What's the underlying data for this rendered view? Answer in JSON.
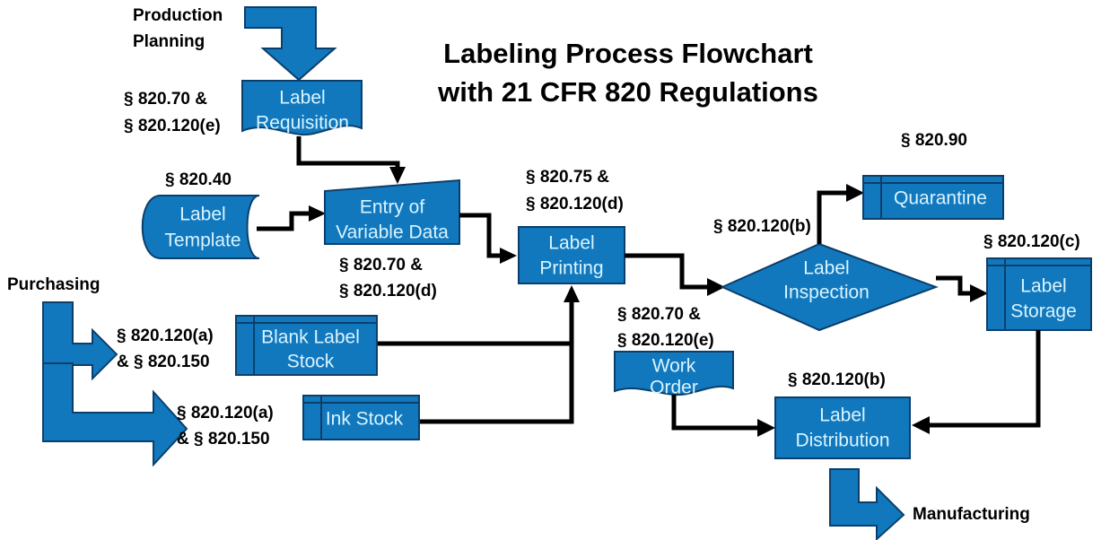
{
  "title": {
    "line1": "Labeling Process Flowchart",
    "line2": "with 21 CFR 820 Regulations"
  },
  "colors": {
    "shape_fill": "#1278be",
    "shape_stroke": "#0b3f6b",
    "connector": "#000000",
    "node_text": "#d8f4ff",
    "label_text": "#000000",
    "background": "#ffffff"
  },
  "external_labels": [
    {
      "id": "production-planning",
      "line1": "Production",
      "line2": "Planning"
    },
    {
      "id": "purchasing",
      "line1": "Purchasing",
      "line2": ""
    },
    {
      "id": "manufacturing",
      "line1": "Manufacturing",
      "line2": ""
    }
  ],
  "regulation_labels": [
    {
      "id": "reg-label-requisition",
      "line1": "§ 820.70 &",
      "line2": "§ 820.120(e)"
    },
    {
      "id": "reg-label-template",
      "line1": "§ 820.40",
      "line2": ""
    },
    {
      "id": "reg-entry-variable-data",
      "line1": "§ 820.70 &",
      "line2": "§ 820.120(d)"
    },
    {
      "id": "reg-label-printing",
      "line1": "§ 820.75 &",
      "line2": "§ 820.120(d)"
    },
    {
      "id": "reg-label-inspection",
      "line1": "§ 820.120(b)",
      "line2": ""
    },
    {
      "id": "reg-quarantine",
      "line1": "§ 820.90",
      "line2": ""
    },
    {
      "id": "reg-label-storage",
      "line1": "§ 820.120(c)",
      "line2": ""
    },
    {
      "id": "reg-blank-label-stock",
      "line1": "§ 820.120(a)",
      "line2": "& § 820.150"
    },
    {
      "id": "reg-ink-stock",
      "line1": "§ 820.120(a)",
      "line2": "& § 820.150"
    },
    {
      "id": "reg-work-order",
      "line1": "§ 820.70 &",
      "line2": "§ 820.120(e)"
    },
    {
      "id": "reg-label-distribution",
      "line1": "§ 820.120(b)",
      "line2": ""
    }
  ],
  "nodes": [
    {
      "id": "label-requisition",
      "shape": "document",
      "line1": "Label",
      "line2": "Requisition"
    },
    {
      "id": "label-template",
      "shape": "database",
      "line1": "Label",
      "line2": "Template"
    },
    {
      "id": "entry-of-variable-data",
      "shape": "data-trapezoid",
      "line1": "Entry of",
      "line2": "Variable Data"
    },
    {
      "id": "label-printing",
      "shape": "process",
      "line1": "Label",
      "line2": "Printing"
    },
    {
      "id": "label-inspection",
      "shape": "decision",
      "line1": "Label",
      "line2": "Inspection"
    },
    {
      "id": "quarantine",
      "shape": "internal-storage",
      "line1": "Quarantine",
      "line2": ""
    },
    {
      "id": "label-storage",
      "shape": "internal-storage",
      "line1": "Label",
      "line2": "Storage"
    },
    {
      "id": "blank-label-stock",
      "shape": "internal-storage",
      "line1": "Blank Label",
      "line2": "Stock"
    },
    {
      "id": "ink-stock",
      "shape": "internal-storage",
      "line1": "Ink Stock",
      "line2": ""
    },
    {
      "id": "work-order",
      "shape": "document",
      "line1": "Work",
      "line2": "Order"
    },
    {
      "id": "label-distribution",
      "shape": "process",
      "line1": "Label",
      "line2": "Distribution"
    }
  ]
}
